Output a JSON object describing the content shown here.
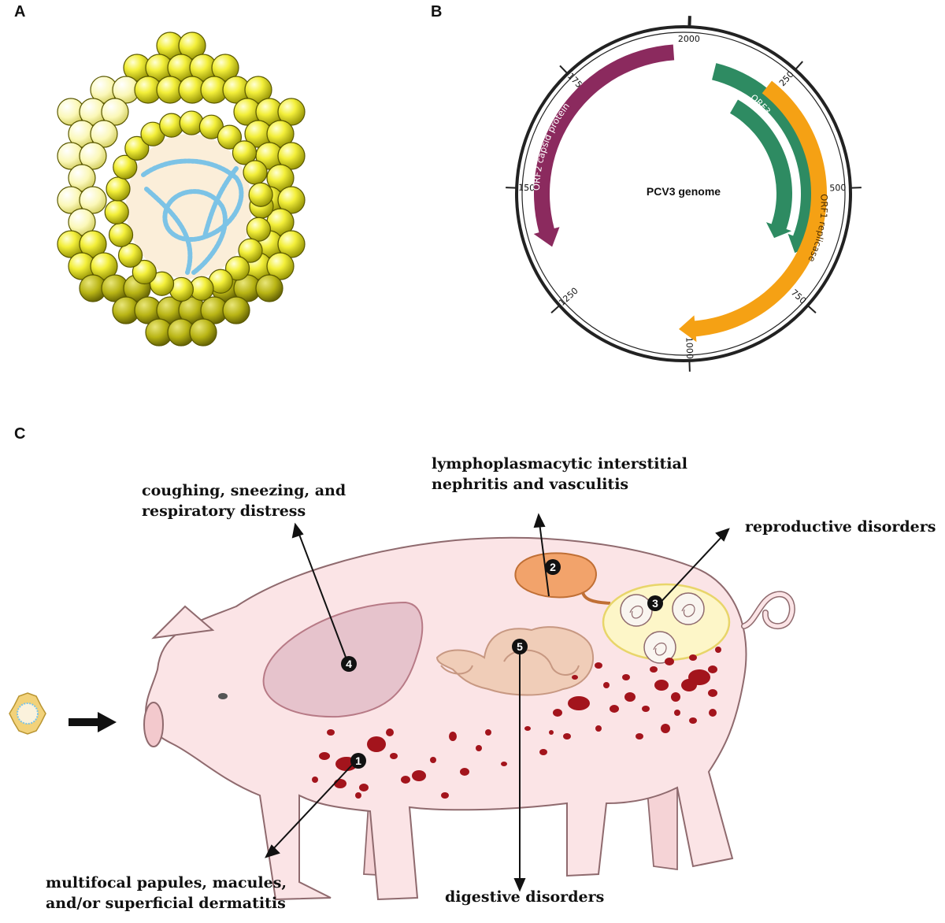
{
  "panels": {
    "a_label": "A",
    "b_label": "B",
    "c_label": "C"
  },
  "genome_map": {
    "title": "PCV3 genome",
    "ticks": [
      {
        "label": "2000",
        "angle": 2
      },
      {
        "label": "250",
        "angle": 42
      },
      {
        "label": "500",
        "angle": 88
      },
      {
        "label": "750",
        "angle": 132
      },
      {
        "label": "1000",
        "angle": 178
      },
      {
        "label": "1250",
        "angle": 228
      },
      {
        "label": "1500",
        "angle": 272
      },
      {
        "label": "1750",
        "angle": 316
      }
    ],
    "features": {
      "orf2": "ORF2 capsid protein",
      "orf3a": "ORF3",
      "orf3b": "ORF3",
      "orf1": "ORF1 replicase"
    },
    "colors": {
      "orf2": "#8b2a5e",
      "orf3": "#2e8b62",
      "orf1": "#f5a114"
    }
  },
  "pig_diagram": {
    "markers": [
      "1",
      "2",
      "3",
      "4",
      "5"
    ],
    "annotations": {
      "respiratory_line1": "coughing, sneezing, and",
      "respiratory_line2": "respiratory distress",
      "kidney_line1": "lymphoplasmacytic interstitial",
      "kidney_line2": "nephritis and vasculitis",
      "reproductive": "reproductive disorders",
      "skin_line1": "multifocal papules, macules,",
      "skin_line2": "and/or superficial dermatitis",
      "digestive": "digestive disorders"
    },
    "colors": {
      "skin": "#fbe4e6",
      "lesion": "#a3141c",
      "kidney": "#f2a36b",
      "intestine": "#f0cdb8",
      "uterus": "#fdf6c8",
      "lung": "#e6c3cc"
    }
  }
}
